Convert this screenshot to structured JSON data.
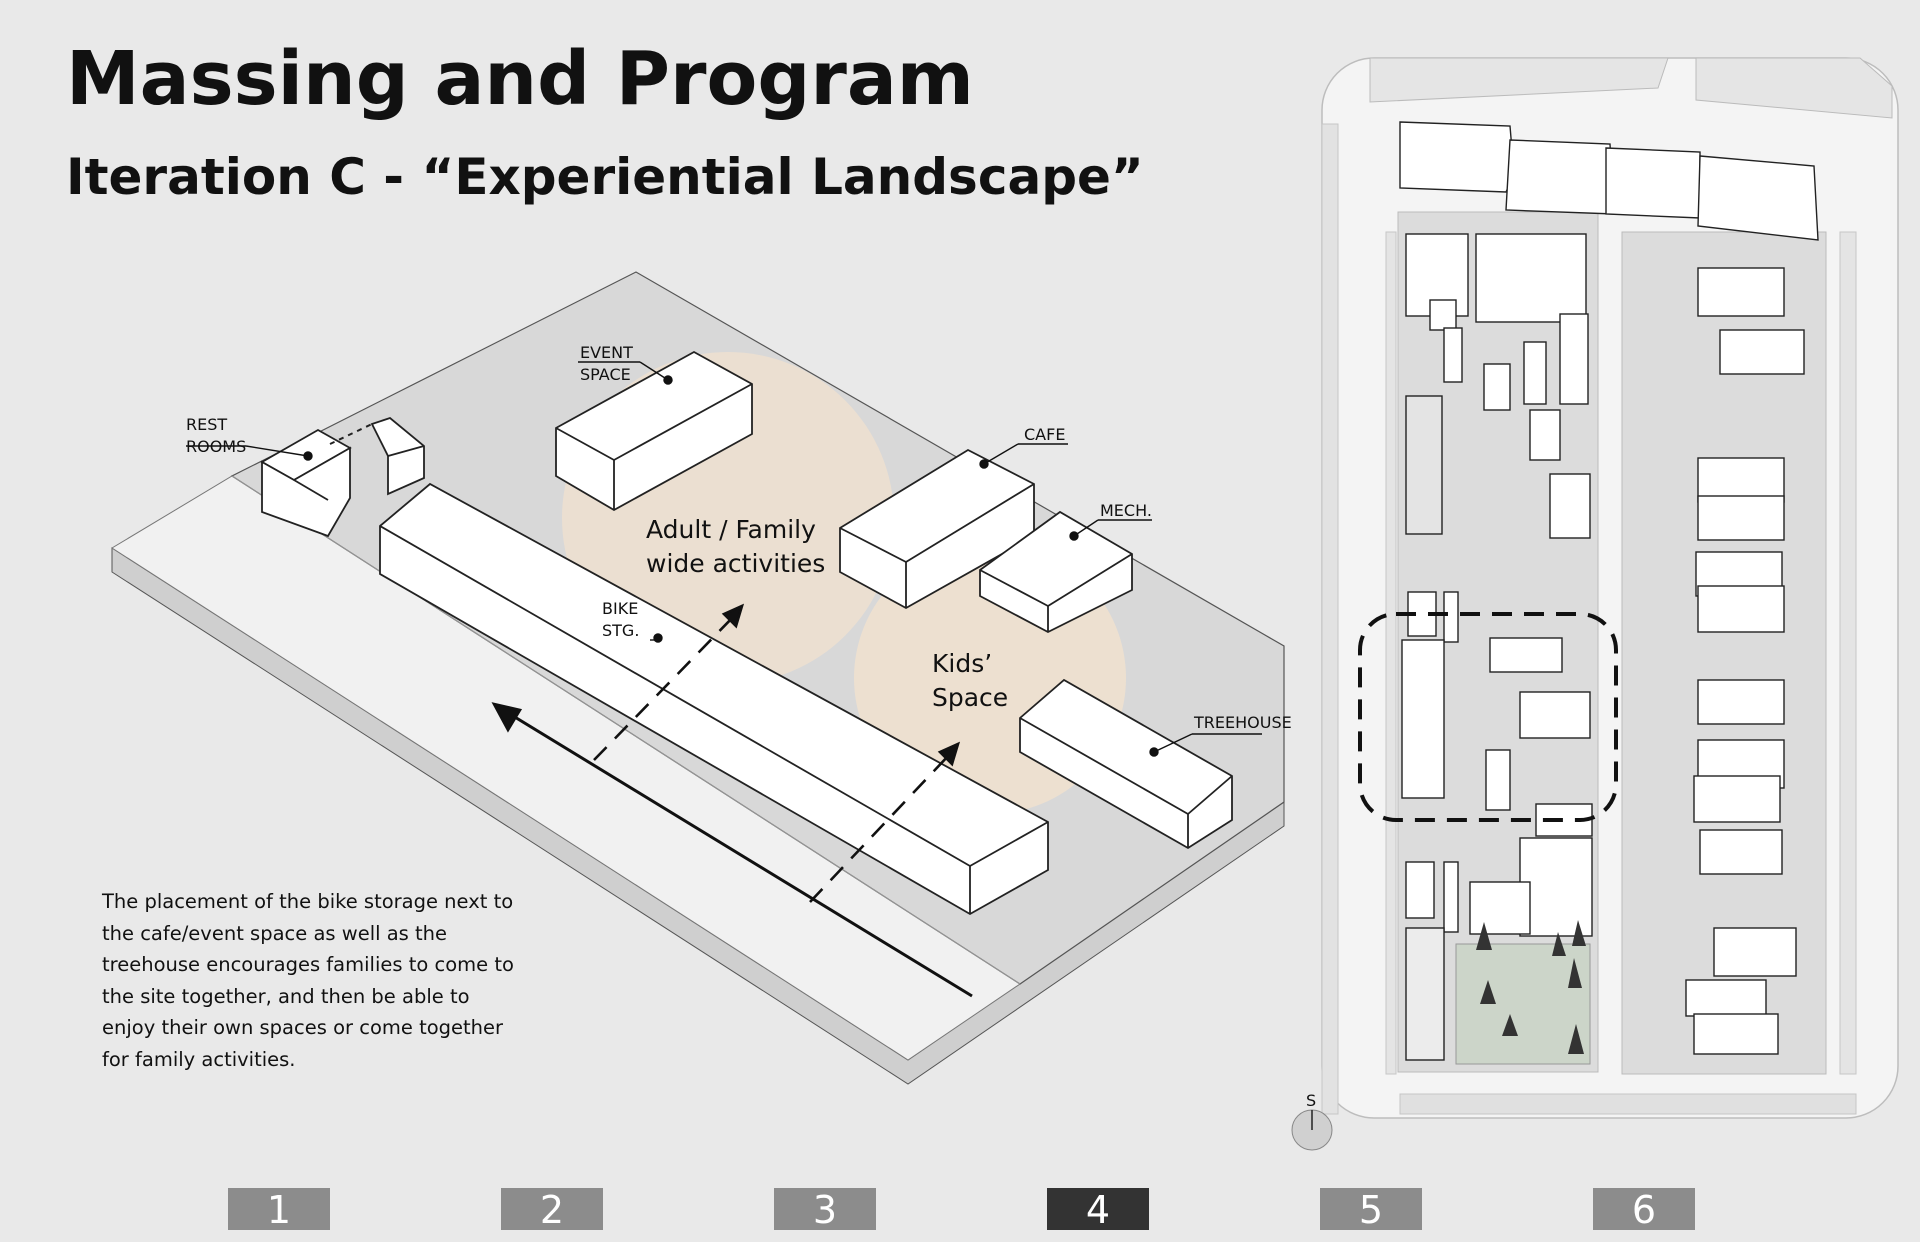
{
  "title": "Massing and Program",
  "subtitle": "Iteration C - “Experiential Landscape”",
  "caption": "The placement of the bike storage next to the cafe/event space as well as the treehouse encourages families to come to the site together, and then be able to enjoy their own spaces or come together for family activities.",
  "diagram": {
    "labels": {
      "event_space_1": "EVENT",
      "event_space_2": "SPACE",
      "rest_rooms_1": "REST",
      "rest_rooms_2": "ROOMS",
      "cafe": "CAFE",
      "mech": "MECH.",
      "bike_1": "BIKE",
      "bike_2": "STG.",
      "treehouse": "TREEHOUSE"
    },
    "zones": {
      "adult_1": "Adult / Family",
      "adult_2": "wide activities",
      "kids_1": "Kids’",
      "kids_2": "Space"
    },
    "zone_color": "#fbe6cc"
  },
  "site_plan": {
    "north_label": "S"
  },
  "pager": {
    "pages": [
      "1",
      "2",
      "3",
      "4",
      "5",
      "6"
    ],
    "active": "4"
  }
}
